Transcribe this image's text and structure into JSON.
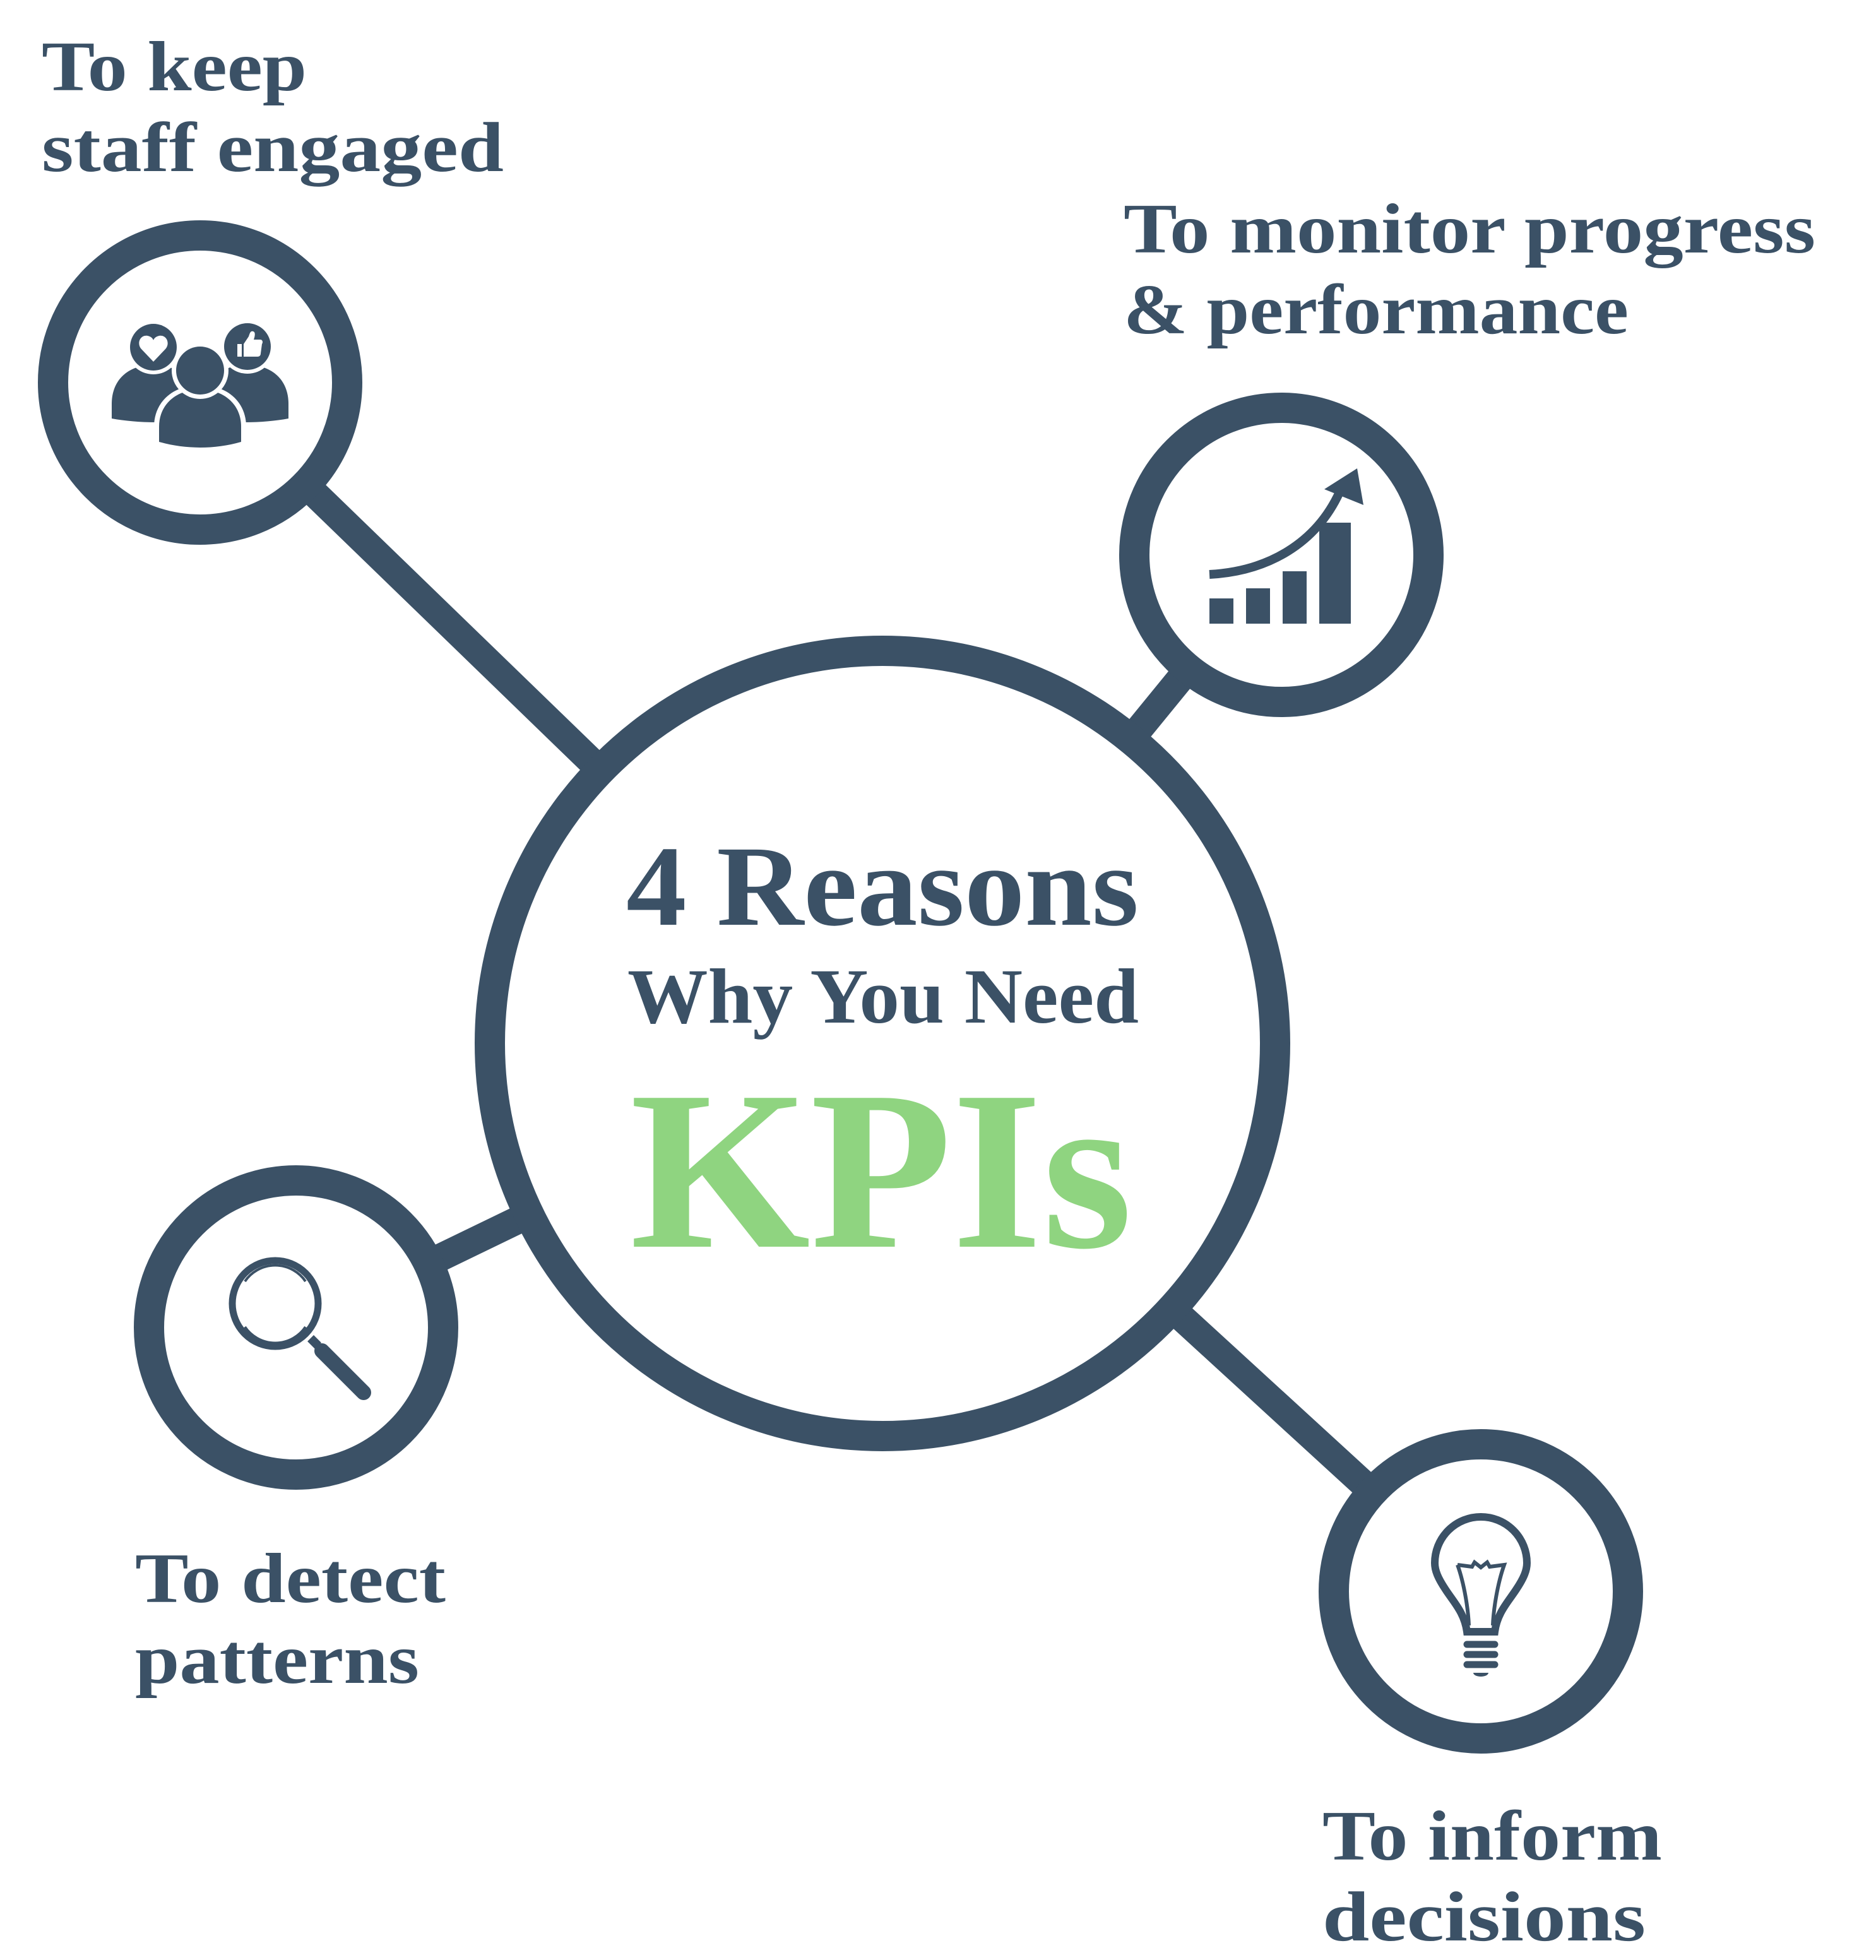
{
  "colors": {
    "primary": "#3b5166",
    "accent": "#8fd480",
    "background": "#ffffff"
  },
  "center": {
    "line1": "4 Reasons",
    "line2": "Why You Need",
    "line3": "KPIs"
  },
  "reasons": [
    {
      "line1": "To keep",
      "line2": "staff engaged",
      "icon": "people-engagement-icon"
    },
    {
      "line1": "To monitor progress",
      "line2": "& performance",
      "icon": "growth-chart-icon"
    },
    {
      "line1": "To detect",
      "line2": "patterns",
      "icon": "magnifier-icon"
    },
    {
      "line1": "To inform",
      "line2": "decisions",
      "icon": "lightbulb-icon"
    }
  ]
}
